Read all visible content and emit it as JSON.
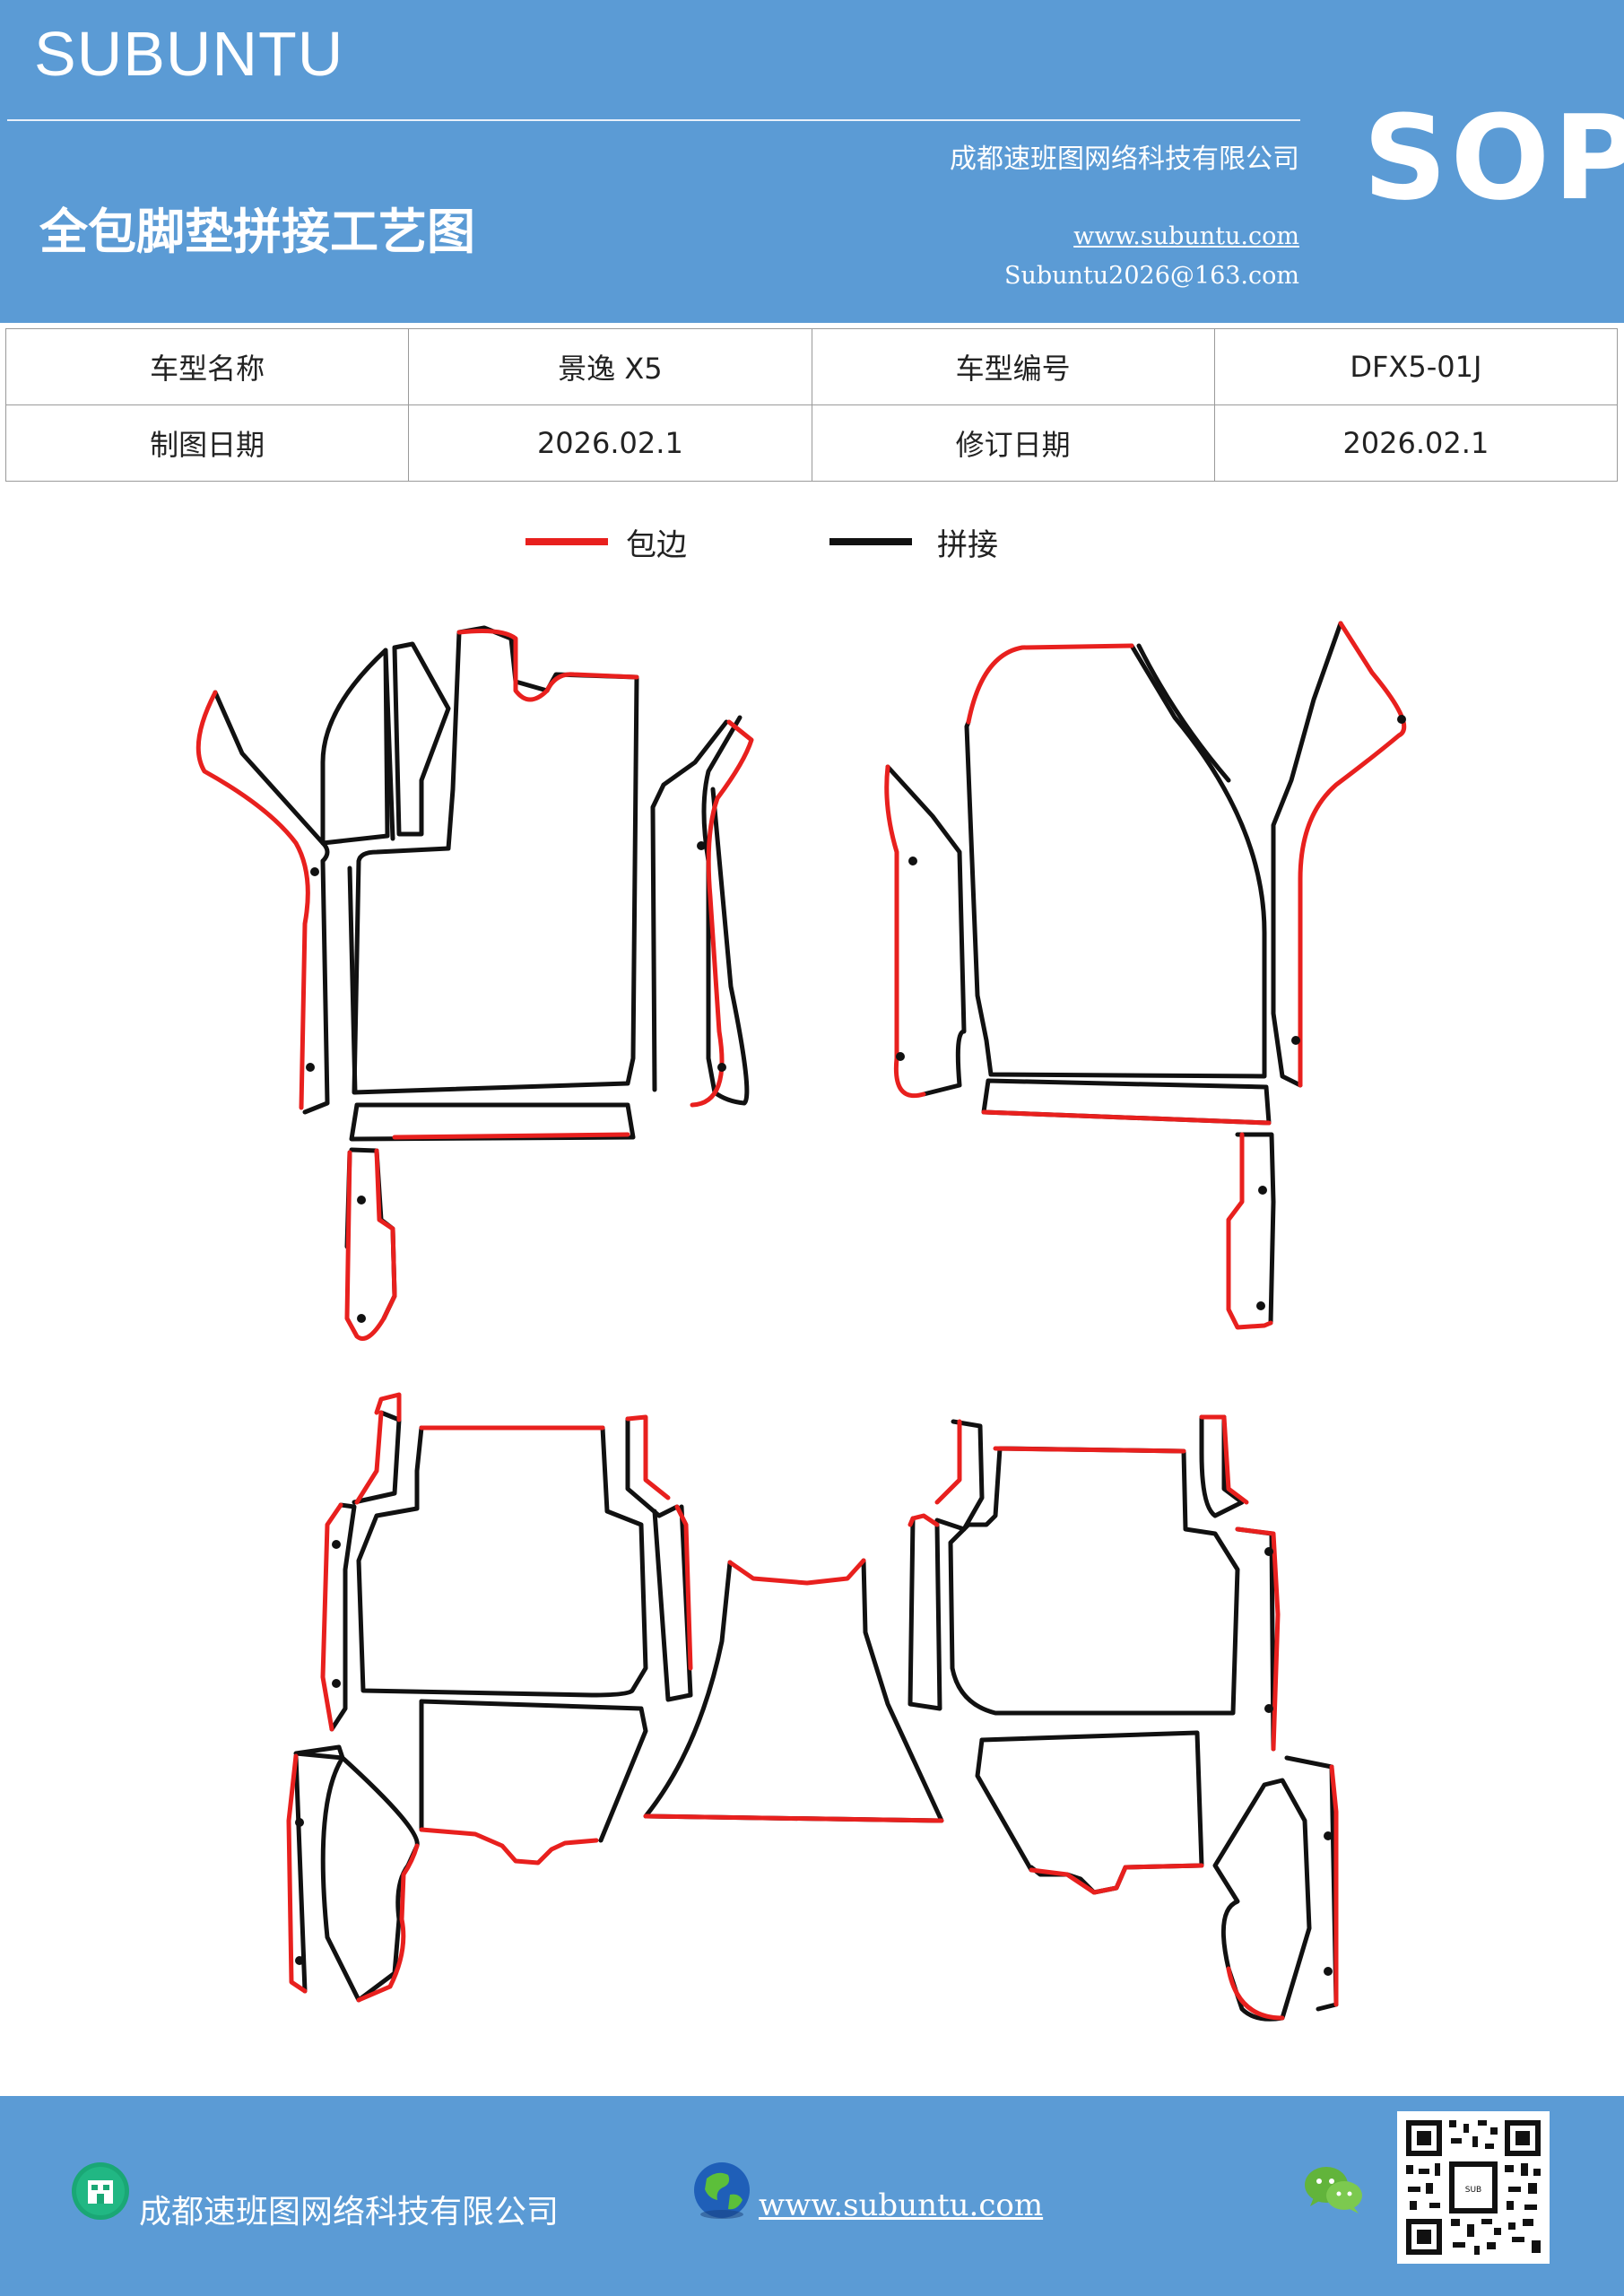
{
  "header": {
    "brand": "SUBUNTU",
    "badge": "SOP",
    "company": "成都速班图网络科技有限公司",
    "website": "www.subuntu.com",
    "email": "Subuntu2026@163.com",
    "doc_title": "全包脚垫拼接工艺图"
  },
  "info_table": {
    "rows": [
      [
        "车型名称",
        "景逸 X5",
        "车型编号",
        "DFX5-01J"
      ],
      [
        "制图日期",
        "2026.02.1",
        "修订日期",
        "2026.02.1"
      ]
    ]
  },
  "legend": {
    "items": [
      {
        "label": "包边",
        "color": "#e8201e"
      },
      {
        "label": "拼接",
        "color": "#111111"
      }
    ]
  },
  "colors": {
    "header_bg": "#5b9bd5",
    "edge_binding": "#e8201e",
    "seam": "#111111"
  },
  "footer": {
    "company": "成都速班图网络科技有限公司",
    "website": "www.subuntu.com",
    "icons": [
      "building-icon",
      "globe-icon",
      "wechat-icon",
      "qr-code"
    ]
  }
}
